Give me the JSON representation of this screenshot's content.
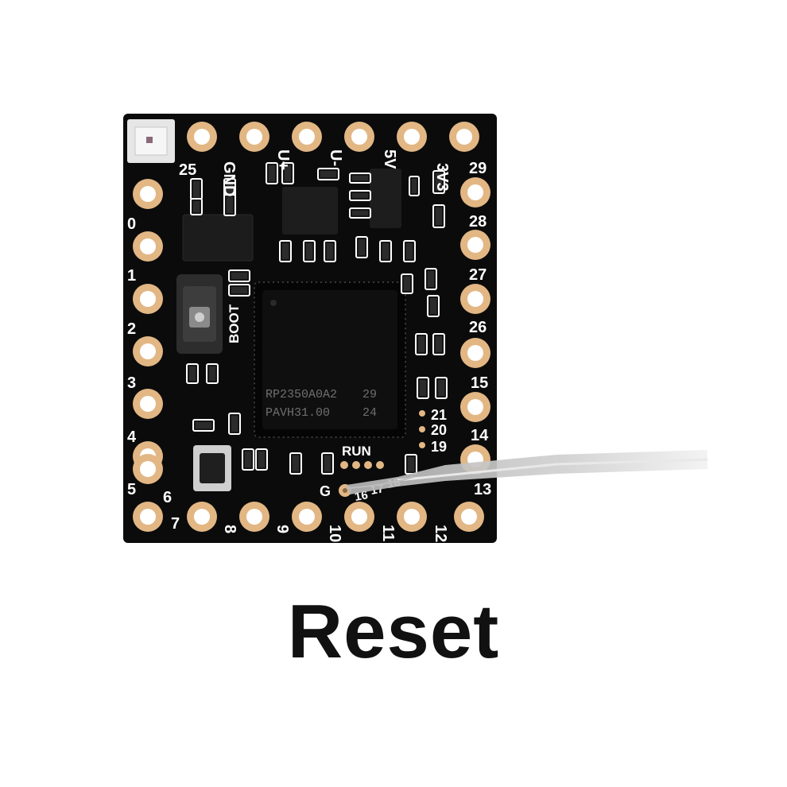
{
  "board": {
    "top_labels": [
      "GND",
      "U+",
      "U-",
      "5V",
      "3V3"
    ],
    "left_labels": [
      "25",
      "0",
      "1",
      "2",
      "3",
      "4",
      "5",
      "6",
      "7"
    ],
    "bottom_labels": [
      "8",
      "9",
      "10",
      "11",
      "12"
    ],
    "right_labels": [
      "29",
      "28",
      "27",
      "26",
      "15",
      "14",
      "13"
    ],
    "inner_labels": [
      "21",
      "20",
      "19",
      "RUN",
      "G",
      "16",
      "17",
      "18"
    ],
    "boot_label": "BOOT",
    "chip_line1": "RP2350A0A2",
    "chip_code1": "29",
    "chip_line2": "PAVH31.00",
    "chip_code2": "24"
  },
  "caption": "Reset",
  "colors": {
    "pcb": "#0b0b0b",
    "pad_gold": "#e2b784",
    "silkscreen": "#ffffff",
    "caption": "#111111"
  }
}
